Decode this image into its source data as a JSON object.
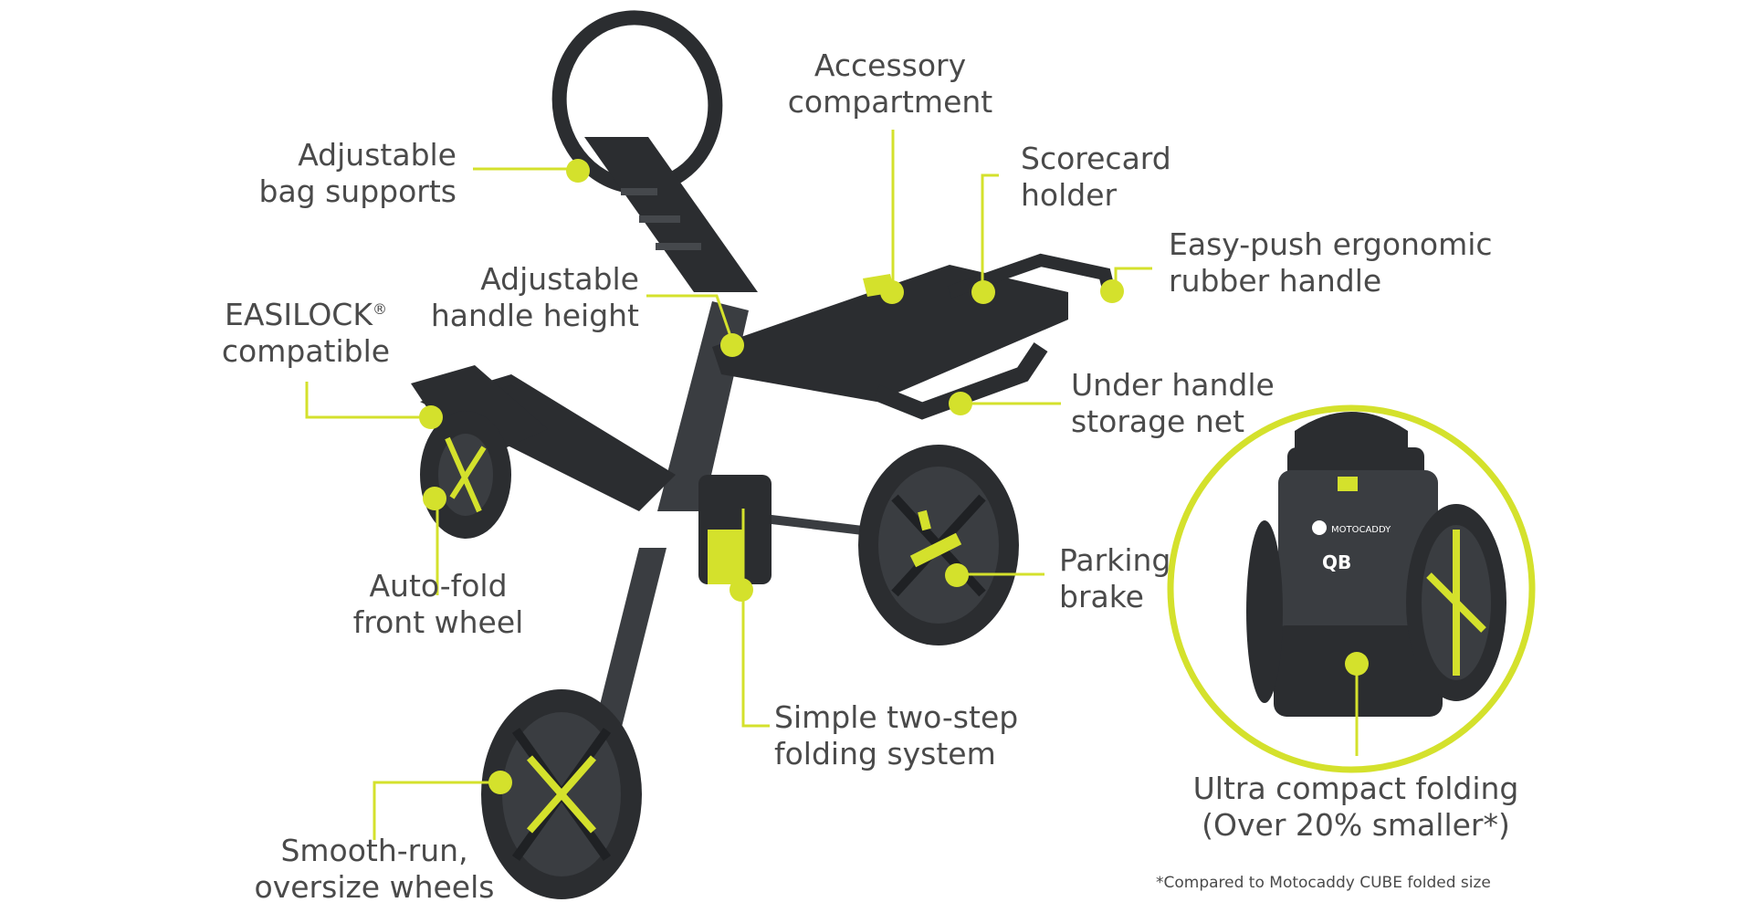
{
  "colors": {
    "accent": "#d4e12c",
    "text": "#4a4a4a",
    "product": "#2b2d30",
    "product_light": "#45484c"
  },
  "image": {
    "name": "Motocaddy golf trolley product features infographic"
  },
  "callouts": {
    "bag_supports": {
      "line1": "Adjustable",
      "line2": "bag supports"
    },
    "accessory": {
      "line1": "Accessory",
      "line2": "compartment"
    },
    "scorecard": {
      "line1": "Scorecard",
      "line2": "holder"
    },
    "easy_push": {
      "line1": "Easy-push ergonomic",
      "line2": "rubber handle"
    },
    "handle_height": {
      "line1": "Adjustable",
      "line2": "handle height"
    },
    "easilock": {
      "line1": "EASILOCK",
      "mark": "®",
      "line2": "compatible"
    },
    "under_handle": {
      "line1": "Under handle",
      "line2": "storage net"
    },
    "auto_fold": {
      "line1": "Auto-fold",
      "line2": "front wheel"
    },
    "parking_brake": {
      "line1": "Parking",
      "line2": "brake"
    },
    "two_step": {
      "line1": "Simple two-step",
      "line2": "folding system"
    },
    "ultra_compact": {
      "line1": "Ultra compact folding",
      "line2": "(Over 20% smaller*)"
    },
    "smooth_run": {
      "line1": "Smooth-run,",
      "line2": "oversize wheels"
    }
  },
  "footnote": "*Compared to Motocaddy CUBE folded size",
  "badge": {
    "brand": "MOTOCADDY",
    "model": "QB"
  }
}
